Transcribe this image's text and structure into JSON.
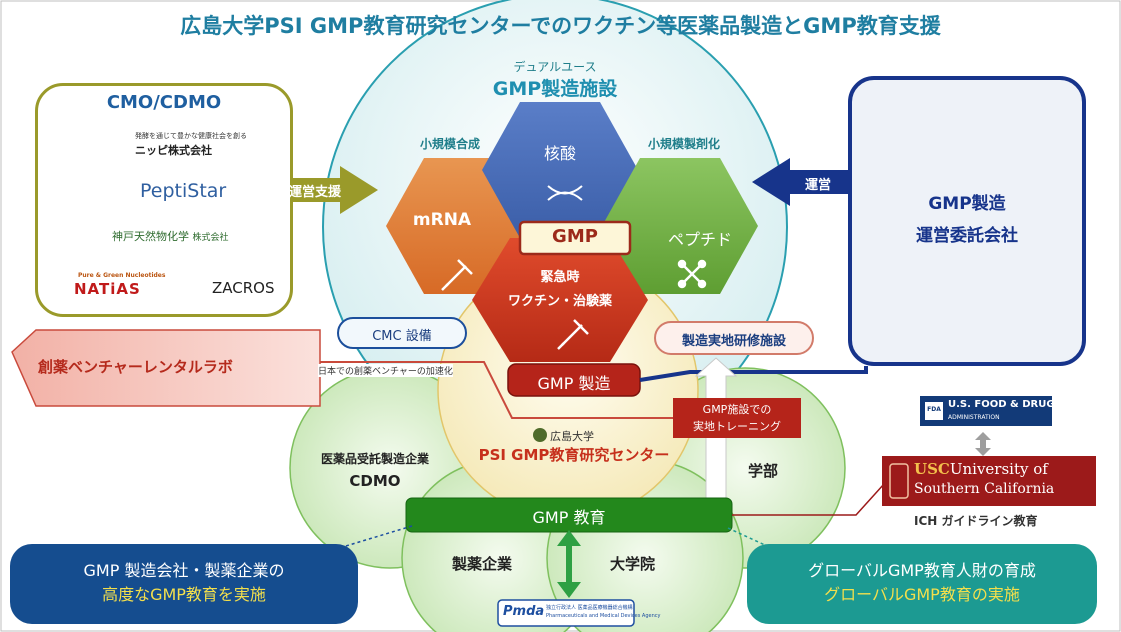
{
  "title": "広島大学PSI GMP教育研究センターでのワクチン等医薬品製造とGMP教育支援",
  "cmo": {
    "title": "CMO/CDMO",
    "companies": [
      {
        "tagline": "発酵を通じて豊かな健康社会を創る",
        "name": "ニッピ株式会社"
      },
      {
        "name": "PeptiStar"
      },
      {
        "name": "神戸天然物化学",
        "suffix": "株式会社"
      },
      {
        "tagline": "Pure & Green Nucleotides",
        "name": "NATiAS"
      },
      {
        "name": "ZACROS"
      }
    ]
  },
  "arrows": {
    "support": "運営支援",
    "operation": "運営"
  },
  "facility": {
    "dual_use": "デュアルユース",
    "title": "GMP製造施設",
    "small_synthesis": "小規模合成",
    "small_formulation": "小規模製剤化",
    "puzzle": {
      "top": "核酸",
      "left": "mRNA",
      "right": "ペプチド",
      "center": "GMP",
      "bottom_line1": "緊急時",
      "bottom_line2": "ワクチン・治験薬"
    },
    "cmc": "CMC 設備",
    "training_facility": "製造実地研修施設",
    "gmp_manufacturing": "GMP 製造"
  },
  "right_box": {
    "line1": "GMP製造",
    "line2": "運営委託会社"
  },
  "venture": {
    "label": "創薬ベンチャーレンタルラボ",
    "note": "日本での創薬ベンチャーの加速化"
  },
  "center": {
    "university": "広島大学",
    "name": "PSI GMP教育研究センター",
    "training_line1": "GMP施設での",
    "training_line2": "実地トレーニング"
  },
  "circles": {
    "cdmo_line1": "医薬品受託製造企業",
    "cdmo_line2": "CDMO",
    "faculty": "学部",
    "pharma": "製薬企業",
    "graduate": "大学院"
  },
  "education_bar": "GMP 教育",
  "fda": {
    "badge": "FDA",
    "line1": "U.S. FOOD & DRUG",
    "line2": "ADMINISTRATION"
  },
  "usc": {
    "abbr": "USC",
    "line1": "University of",
    "line2": "Southern California"
  },
  "ich": "ICH ガイドライン教育",
  "pmda": {
    "logo": "Pmda",
    "line1": "独立行政法人 医薬品医療機器総合機構",
    "line2": "Pharmaceuticals and Medical Devices Agency"
  },
  "cards": {
    "left_line1": "GMP 製造会社・製薬企業の",
    "left_line2": "高度なGMP教育を実施",
    "right_line1": "グローバルGMP教育人財の育成",
    "right_line2": "グローバルGMP教育の実施"
  },
  "colors": {
    "title": "#1f7ea1",
    "cmo_border": "#9a9a2a",
    "navy": "#17348b",
    "teal": "#1c9a92",
    "green_bar": "#23881c",
    "red_hex": "#c4301c",
    "usc_red": "#9c1a1a"
  }
}
